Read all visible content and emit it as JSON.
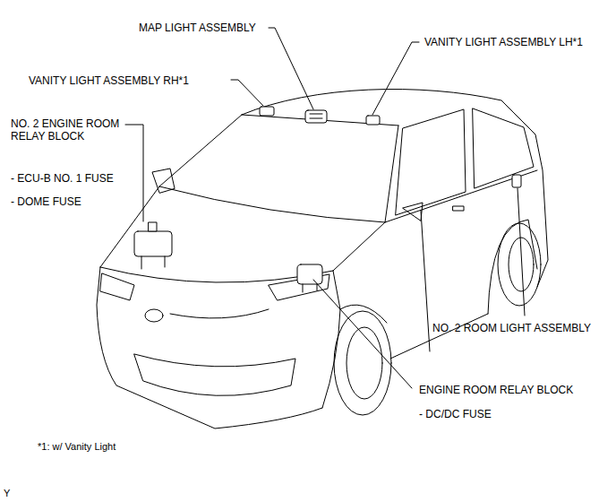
{
  "diagram": {
    "labels": [
      "MAP LIGHT ASSEMBLY",
      "VANITY LIGHT ASSEMBLY LH*1",
      "VANITY LIGHT ASSEMBLY RH*1",
      "NO. 2 ENGINE ROOM RELAY BLOCK",
      "- ECU-B NO. 1 FUSE",
      "- DOME FUSE",
      "NO. 2 ROOM LIGHT ASSEMBLY",
      "ENGINE ROOM RELAY BLOCK",
      "- DC/DC FUSE",
      "*1: w/ Vanity Light",
      "Y"
    ]
  }
}
